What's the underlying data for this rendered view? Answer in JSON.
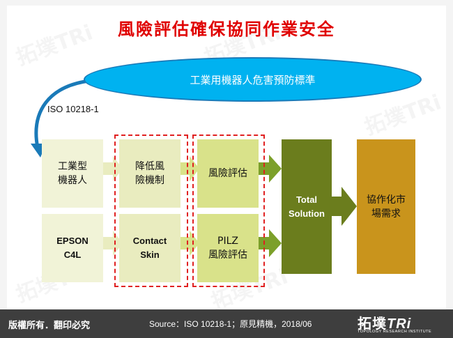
{
  "title": "風險評估確保協同作業安全",
  "standard_ellipse": "工業用機器人危害預防標準",
  "iso_label": "ISO 10218-1",
  "rows": [
    [
      "工業型\n機器人",
      "降低風\n險機制",
      "風險評估"
    ],
    [
      "EPSON\nC4L",
      "Contact\nSkin",
      "PILZ\n風險評估"
    ]
  ],
  "solution": "Total\nSolution",
  "demand": "協作化市\n場需求",
  "footer": {
    "copyright": "版權所有．翻印必究",
    "source": "Source：ISO 10218-1；原見精機，2018/06"
  },
  "logo": {
    "name_cn": "拓墣",
    "name_en": "TRi",
    "subtitle": "TOPOLOGY RESEARCH INSTITUTE"
  },
  "watermark": "拓墣TRi",
  "colors": {
    "title": "#e00000",
    "ellipse": "#00b2f0",
    "arrow_light": "#d9e28a",
    "arrow_dark": "#6b7d1d",
    "solution": "#6b7d1d",
    "demand": "#c9941c",
    "dashed_border": "#e02020"
  }
}
